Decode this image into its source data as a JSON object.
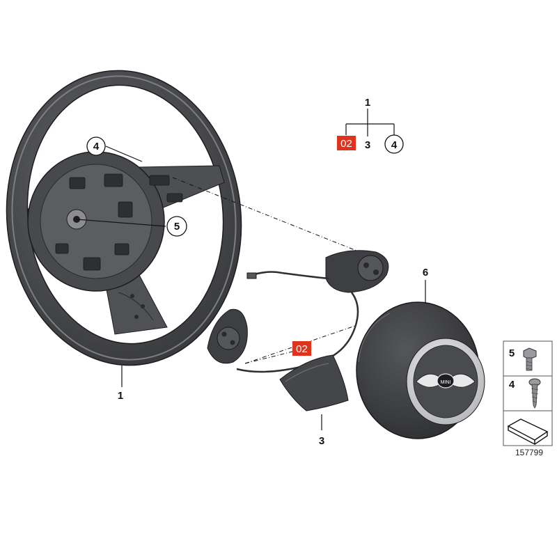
{
  "labels": {
    "steering_wheel": "1",
    "trim_cover": "3",
    "screw": "4",
    "bolt": "5",
    "airbag": "6",
    "hierarchy_parent": "1",
    "hierarchy_child_3": "3",
    "hierarchy_child_4": "4",
    "callout_4": "4",
    "callout_5": "5",
    "legend_5": "5",
    "legend_4": "4"
  },
  "tags": {
    "hierarchy_tag": "02",
    "switch_tag": "02"
  },
  "logo_text": "MINI",
  "catalog_number": "157799",
  "colors": {
    "tag_red": "#e0331e",
    "part_dark": "#3f4042",
    "part_mid": "#5c5d60",
    "line": "#111111"
  }
}
